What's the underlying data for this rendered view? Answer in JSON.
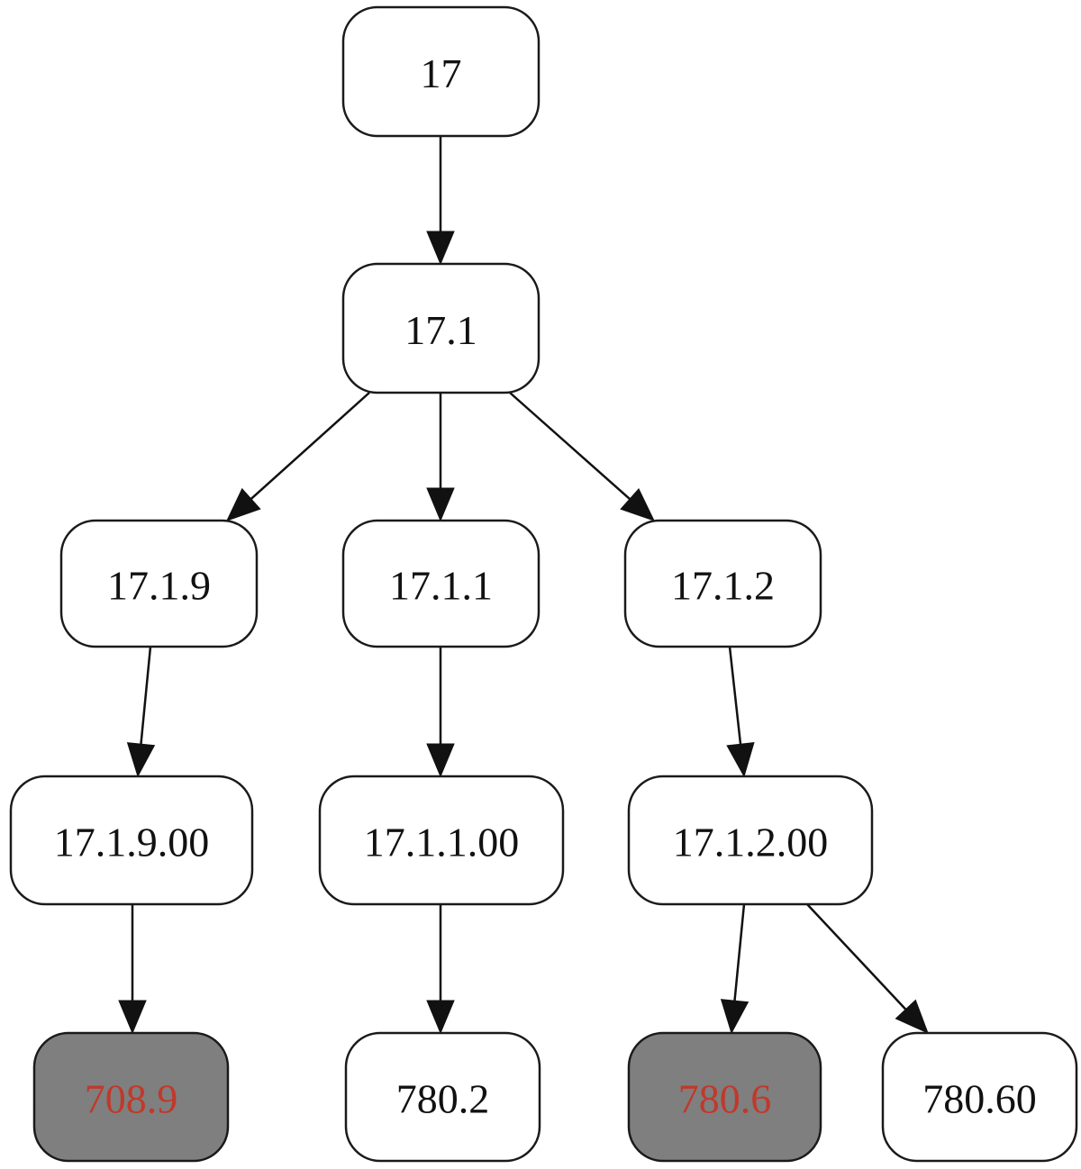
{
  "diagram": {
    "colors": {
      "default_fill": "#ffffff",
      "default_text": "#111111",
      "highlight_fill": "#7f7f7f",
      "highlight_text": "#c0392b",
      "stroke": "#1a1a1a"
    },
    "nodes": [
      {
        "id": "n17",
        "label": "17",
        "highlighted": false
      },
      {
        "id": "n17_1",
        "label": "17.1",
        "highlighted": false
      },
      {
        "id": "n17_1_9",
        "label": "17.1.9",
        "highlighted": false
      },
      {
        "id": "n17_1_1",
        "label": "17.1.1",
        "highlighted": false
      },
      {
        "id": "n17_1_2",
        "label": "17.1.2",
        "highlighted": false
      },
      {
        "id": "n17_1_9_00",
        "label": "17.1.9.00",
        "highlighted": false
      },
      {
        "id": "n17_1_1_00",
        "label": "17.1.1.00",
        "highlighted": false
      },
      {
        "id": "n17_1_2_00",
        "label": "17.1.2.00",
        "highlighted": false
      },
      {
        "id": "n708_9",
        "label": "708.9",
        "highlighted": true
      },
      {
        "id": "n780_2",
        "label": "780.2",
        "highlighted": false
      },
      {
        "id": "n780_6",
        "label": "780.6",
        "highlighted": true
      },
      {
        "id": "n780_60",
        "label": "780.60",
        "highlighted": false
      }
    ],
    "edges": [
      {
        "from": "n17",
        "to": "n17_1"
      },
      {
        "from": "n17_1",
        "to": "n17_1_9"
      },
      {
        "from": "n17_1",
        "to": "n17_1_1"
      },
      {
        "from": "n17_1",
        "to": "n17_1_2"
      },
      {
        "from": "n17_1_9",
        "to": "n17_1_9_00"
      },
      {
        "from": "n17_1_1",
        "to": "n17_1_1_00"
      },
      {
        "from": "n17_1_2",
        "to": "n17_1_2_00"
      },
      {
        "from": "n17_1_9_00",
        "to": "n708_9"
      },
      {
        "from": "n17_1_1_00",
        "to": "n780_2"
      },
      {
        "from": "n17_1_2_00",
        "to": "n780_6"
      },
      {
        "from": "n17_1_2_00",
        "to": "n780_60"
      }
    ]
  }
}
